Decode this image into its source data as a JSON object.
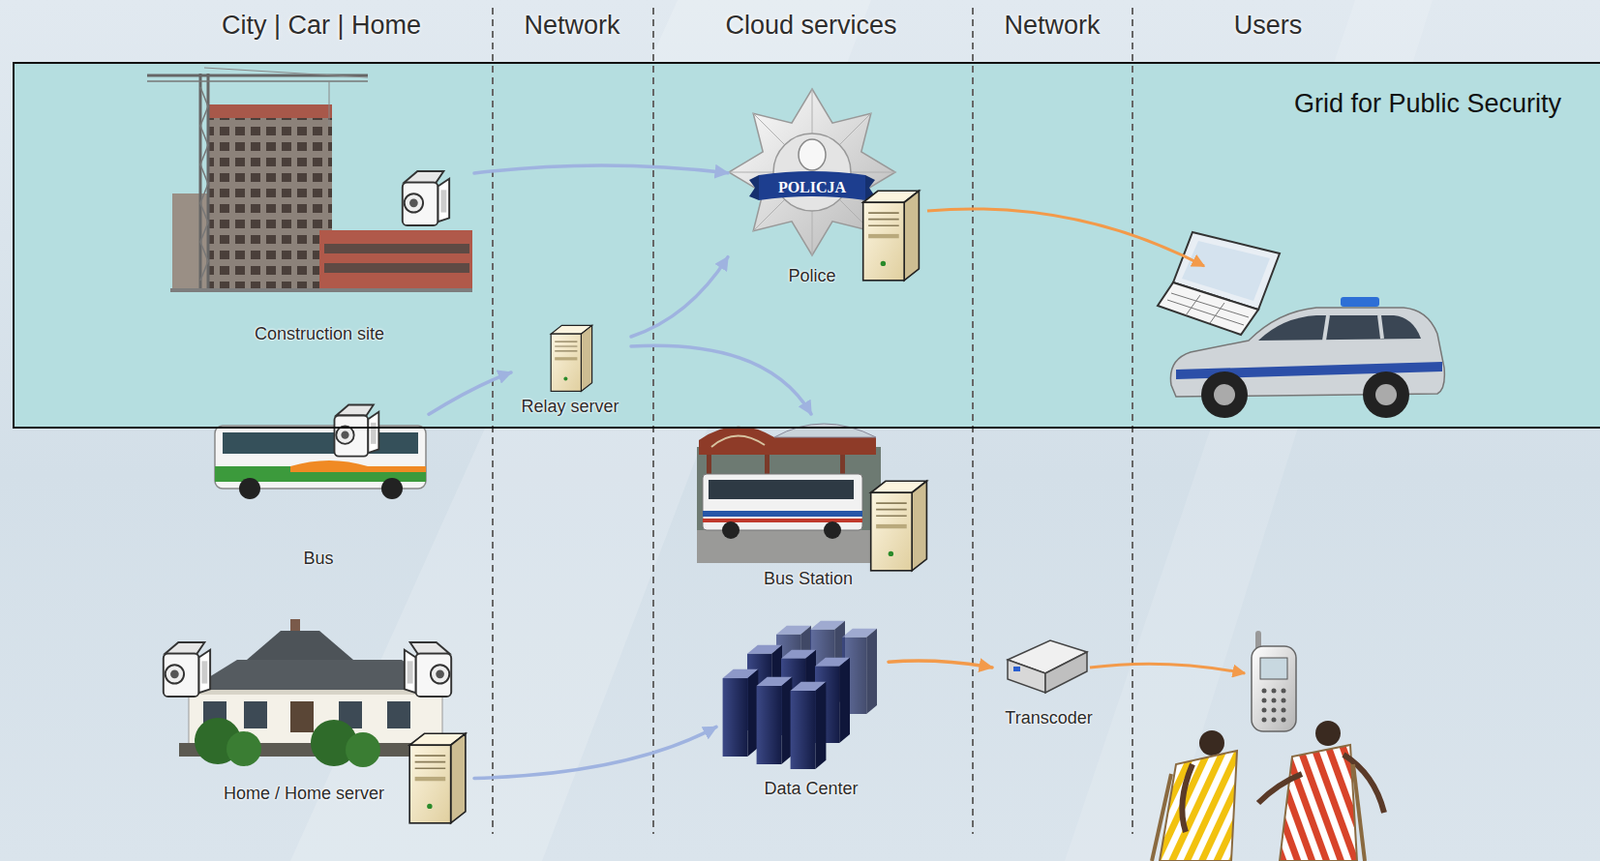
{
  "diagram": {
    "nodes": [
      {
        "text": [
          "Grid for Public Security"
        ]
      },
      {
        "text": [
          "Construction site"
        ],
        "in": 0
      },
      {
        "text": [
          "Police"
        ],
        "in": 0
      },
      {
        "text": [
          "Relay server"
        ],
        "in": 0
      },
      {
        "text": [
          "Bus"
        ]
      },
      {
        "text": [
          "Bus Station"
        ]
      },
      {
        "text": [
          "Home / Home server"
        ]
      },
      {
        "text": [
          "Data Center"
        ]
      },
      {
        "text": [
          "Transcoder"
        ]
      }
    ],
    "edges": [
      {
        "from": 1,
        "to": 2,
        "arrow": "to"
      },
      {
        "from": 4,
        "to": 3,
        "arrow": "to"
      },
      {
        "from": 3,
        "to": 2,
        "arrow": "to"
      },
      {
        "from": 3,
        "to": 5,
        "arrow": "to"
      },
      {
        "from": 6,
        "to": 7,
        "arrow": "to"
      },
      {
        "from": 7,
        "to": 8,
        "arrow": "to"
      }
    ],
    "labels": [
      "City | Car | Home",
      "Network",
      "Cloud services",
      "Network",
      "Users",
      "POLICJA"
    ]
  }
}
